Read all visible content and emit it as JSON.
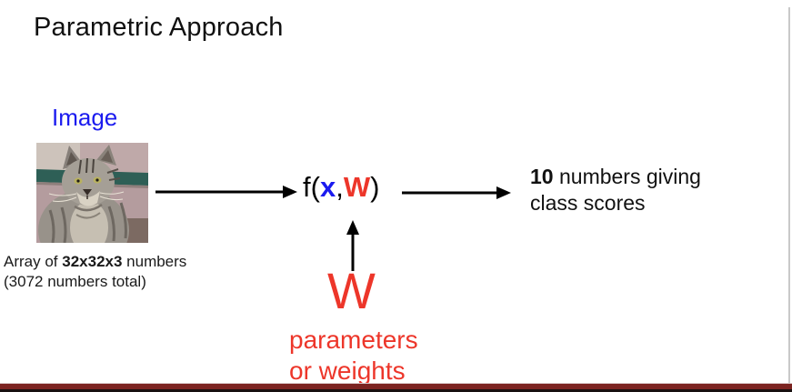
{
  "slide": {
    "title": "Parametric Approach"
  },
  "image_block": {
    "label": "Image",
    "image_description": "gray tabby cat photo",
    "caption": {
      "line1_prefix": "Array of ",
      "line1_bold": "32x32x3",
      "line1_suffix": " numbers",
      "line2": "(3072 numbers total)"
    }
  },
  "function_block": {
    "f_open": "f(",
    "x": "x",
    "comma": ",",
    "W": "W",
    "close": ")"
  },
  "output_block": {
    "line1_bold": "10",
    "line1_rest": " numbers giving",
    "line2": "class scores"
  },
  "weights_block": {
    "symbol": "W",
    "line1": "parameters",
    "line2": "or weights"
  },
  "colors": {
    "label_blue": "#1b1bef",
    "weights_red": "#ed362a",
    "bottom_bar_maroon": "#7c2421",
    "edge_gray": "#c9c9c9"
  }
}
